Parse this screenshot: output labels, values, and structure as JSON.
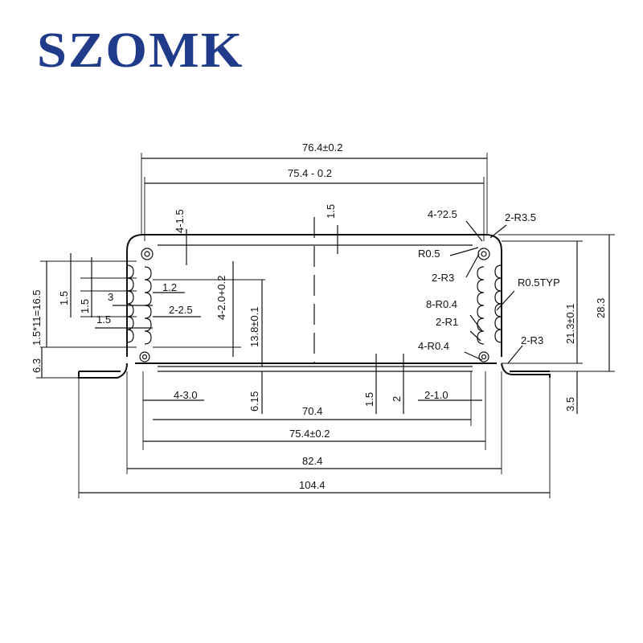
{
  "brand": {
    "logo_text": "SZOMK"
  },
  "dimensions": {
    "outer_top_width": "76.4±0.2",
    "inner_top_width": "75.4 - 0.2",
    "wall_top": "4-1.5",
    "center_top": "1.5",
    "hole_dia": "4-?2.5",
    "corner_r_outer": "2-R3.5",
    "r_small": "R0.5",
    "r_three": "2-R3",
    "r_typ": "R0.5TYP",
    "r_eight": "8-R0.4",
    "r_one": "2-R1",
    "r_four": "4-R0.4",
    "r_three_lower": "2-R3",
    "fin_pitch": "1.5*11=16.5",
    "fin_1": "1.5",
    "fin_2": "1.5",
    "fin_3": "3",
    "fin_4": "1.5",
    "gap_12": "1.2",
    "slot_25": "2-2.5",
    "slot_20": "4-2.0+0.2",
    "height_138": "13.8±0.1",
    "height_213": "21.3±0.1",
    "height_283": "28.3",
    "foot_63": "6.3",
    "foot_35": "3.5",
    "slot_30": "4-3.0",
    "depth_615": "6.15",
    "inner_704": "70.4",
    "base_15": "1.5",
    "base_2": "2",
    "slot_10": "2-1.0",
    "bottom_754": "75.4±0.2",
    "body_824": "82.4",
    "overall_1044": "104.4"
  }
}
